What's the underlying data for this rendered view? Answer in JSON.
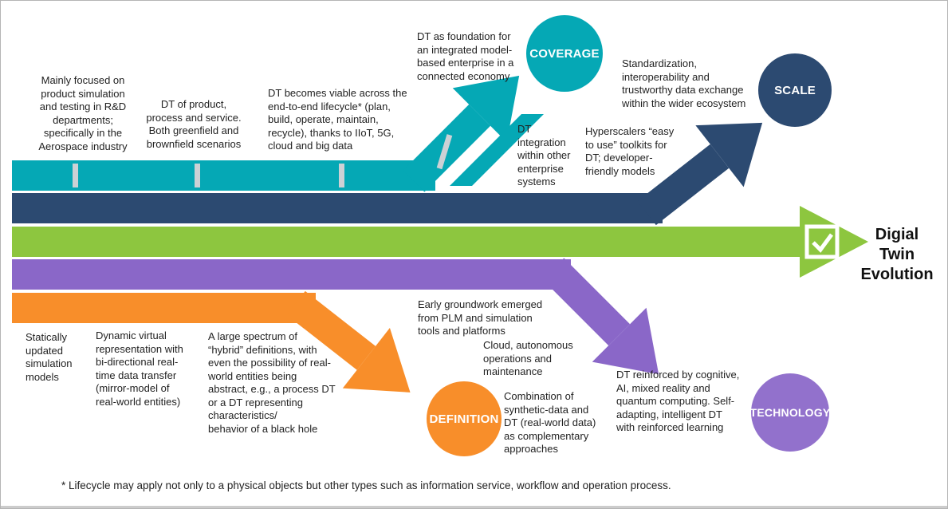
{
  "title": "Digial\nTwin\nEvolution",
  "milestones": {
    "coverage": "COVERAGE",
    "scale": "SCALE",
    "definition": "DEFINITION",
    "technology": "TECHNOLOGY"
  },
  "colors": {
    "coverage_teal": "#05a8b5",
    "scale_navy": "#2c4a71",
    "evolution_green": "#8dc63f",
    "technology_purple": "#8a67c8",
    "technology_circle_purple": "#9271cc",
    "definition_orange": "#f88e2a",
    "tick_gray": "#ccd1d5",
    "text": "#222222"
  },
  "notes": {
    "mainly_focused": "Mainly focused on\nproduct simulation\nand testing in R&D\ndepartments;\nspecifically in the\nAerospace industry",
    "dt_product": "DT of product,\nprocess and service.\nBoth greenfield and\nbrownfield scenarios",
    "dt_viable": "DT becomes viable across the\nend-to-end lifecycle* (plan,\nbuild, operate, maintain,\nrecycle), thanks to IIoT, 5G,\ncloud and big data",
    "dt_foundation": "DT as foundation for\nan integrated model-\nbased enterprise in a\nconnected economy",
    "dt_integration": "DT\nintegration\nwithin other\nenterprise\nsystems",
    "standardization": "Standardization,\ninteroperability and\ntrustworthy data exchange\nwithin the wider ecosystem",
    "hyperscalers": "Hyperscalers “easy\nto use” toolkits for\nDT; developer-\nfriendly models",
    "statically": "Statically\nupdated\nsimulation\nmodels",
    "dynamic_virtual": "Dynamic virtual\nrepresentation with\nbi-directional real-\ntime data transfer\n(mirror-model of\nreal-world entities)",
    "large_spectrum": "A large spectrum of\n“hybrid” definitions, with\neven the possibility of real-\nworld entities being\nabstract, e.g., a process DT\nor a DT representing\ncharacteristics/\nbehavior of a black hole",
    "early_groundwork": "Early groundwork emerged\nfrom PLM and simulation\ntools and platforms",
    "cloud_autonomous": "Cloud, autonomous\noperations and\nmaintenance",
    "combination": "Combination of\nsynthetic-data and\nDT (real-world data)\nas complementary\napproaches",
    "dt_reinforced": "DT reinforced by cognitive,\nAI, mixed reality and\nquantum computing. Self-\nadapting, intelligent DT\nwith reinforced learning"
  },
  "footnote": "* Lifecycle may apply not only to a physical objects but other types such as information service, workflow and operation process."
}
